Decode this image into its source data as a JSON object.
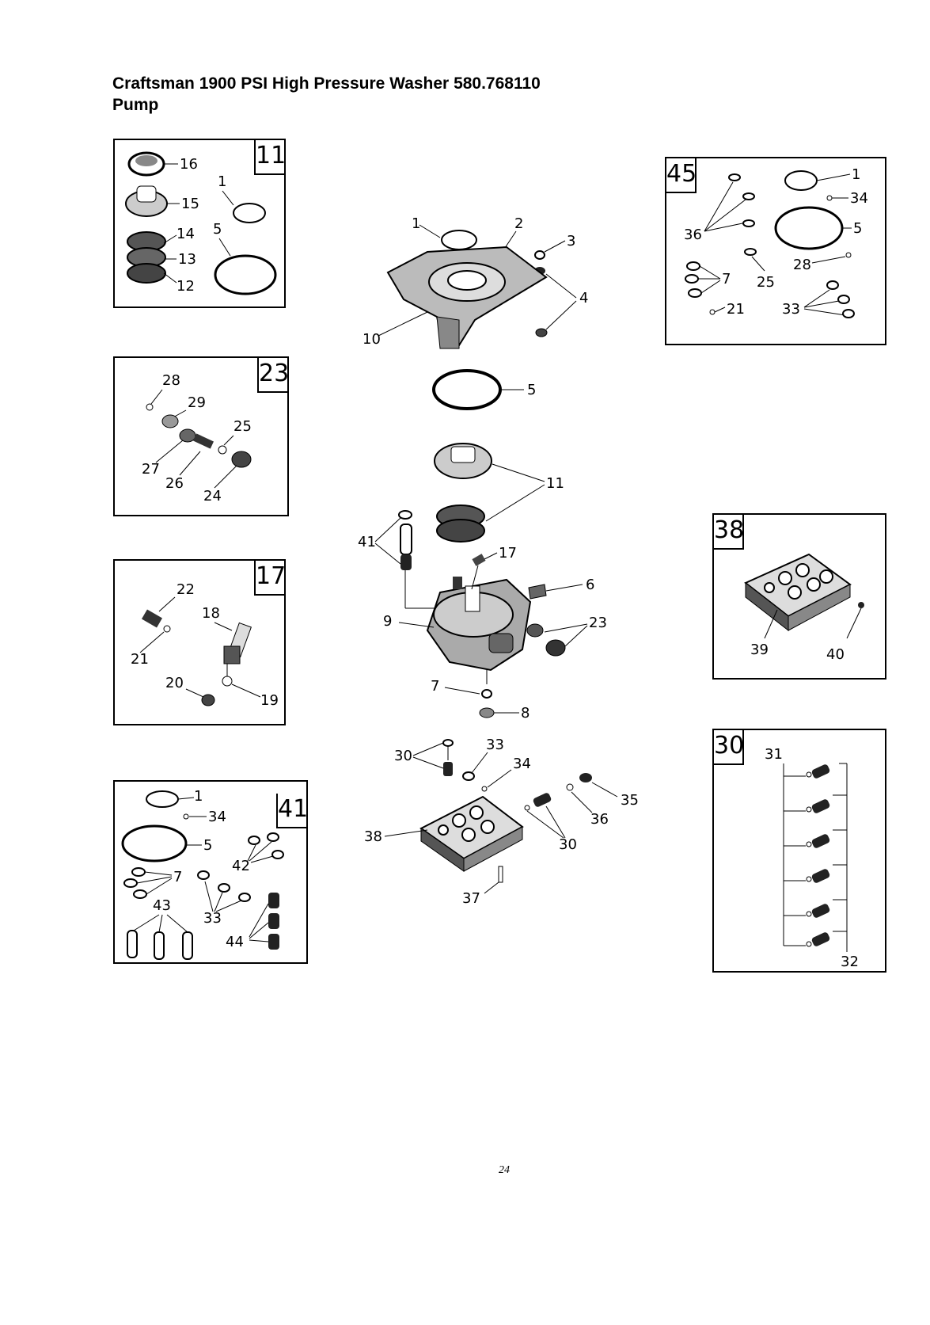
{
  "title": "Craftsman 1900 PSI High Pressure Washer 580.768110",
  "subtitle": "Pump",
  "page_number": "24",
  "kits": [
    {
      "id": "11",
      "labels": [
        "16",
        "15",
        "14",
        "13",
        "12",
        "1",
        "5"
      ]
    },
    {
      "id": "23",
      "labels": [
        "28",
        "29",
        "25",
        "27",
        "26",
        "24"
      ]
    },
    {
      "id": "17",
      "labels": [
        "22",
        "18",
        "21",
        "20",
        "19"
      ]
    },
    {
      "id": "41",
      "labels": [
        "1",
        "34",
        "5",
        "7",
        "42",
        "43",
        "33",
        "44"
      ]
    },
    {
      "id": "45",
      "labels": [
        "1",
        "34",
        "36",
        "5",
        "7",
        "28",
        "25",
        "21",
        "33"
      ]
    },
    {
      "id": "38",
      "labels": [
        "39",
        "40"
      ]
    },
    {
      "id": "30",
      "labels": [
        "31",
        "32"
      ]
    }
  ],
  "main_labels": [
    "1",
    "2",
    "3",
    "4",
    "10",
    "5",
    "11",
    "41",
    "17",
    "6",
    "9",
    "23",
    "7",
    "8",
    "30",
    "33",
    "34",
    "35",
    "36",
    "38",
    "30",
    "37"
  ]
}
